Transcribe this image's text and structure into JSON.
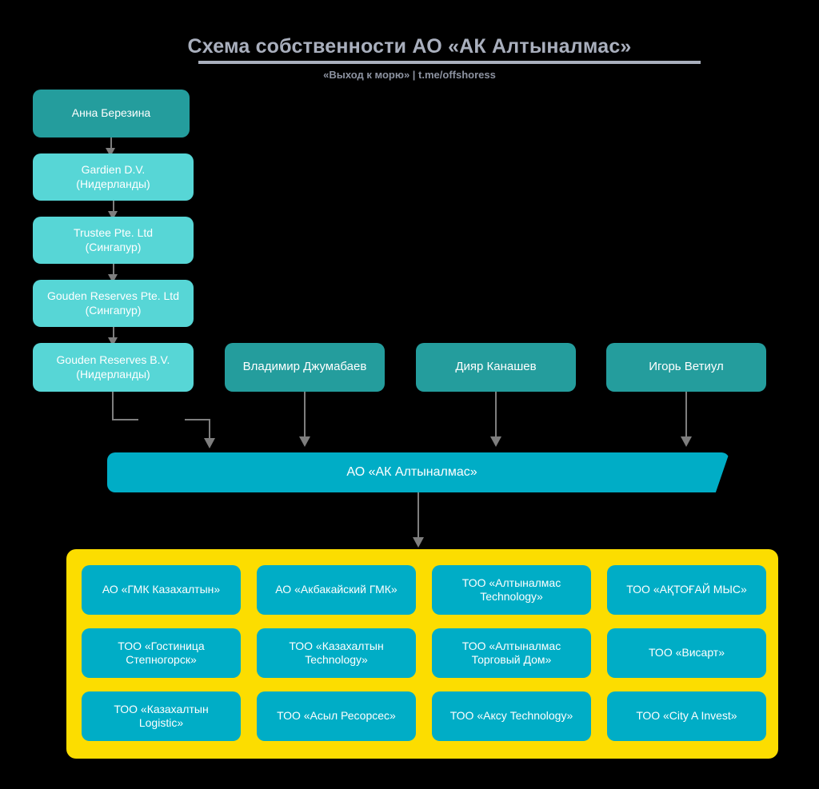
{
  "header": {
    "title": "Схема собственности АО «АК Алтыналмас»",
    "subtitle": "«Выход к морю»  |  t.me/offshoress"
  },
  "colors": {
    "background": "#000000",
    "owner_dark_teal": "#249D9D",
    "owner_light_teal": "#57D6D6",
    "company_cyan": "#00ADC6",
    "panel_yellow": "#FCDD00",
    "connector_grey": "#7E7E7E",
    "title_grey": "#A9AFBD"
  },
  "ownership_chain": [
    {
      "label": "Анна Березина",
      "style": "owner-dark"
    },
    {
      "label": "Gardien D.V.\n(Нидерланды)",
      "style": "owner-light"
    },
    {
      "label": "Trustee Pte. Ltd\n(Сингапур)",
      "style": "owner-light"
    },
    {
      "label": "Gouden Reserves Pte. Ltd\n(Сингапур)",
      "style": "owner-light"
    },
    {
      "label": "Gouden Reserves B.V.\n(Нидерланды)",
      "style": "owner-light"
    }
  ],
  "shareholders": [
    {
      "label": "Владимир Джумабаев"
    },
    {
      "label": "Дияр Канашев"
    },
    {
      "label": "Игорь Ветиул"
    }
  ],
  "central_company": {
    "label": "АО «АК Алтыналмас»"
  },
  "subsidiaries": [
    {
      "label": "АО «ГМК Казахалтын»"
    },
    {
      "label": "АО «Акбакайский ГМК»"
    },
    {
      "label": "ТОО «Алтыналмас\nTechnology»"
    },
    {
      "label": "ТОО «АҚТОҒАЙ МЫС»"
    },
    {
      "label": "ТОО «Гостиница\nСтепногорск»"
    },
    {
      "label": "ТОО «Казахалтын\nTechnology»"
    },
    {
      "label": "ТОО «Алтыналмас\nТорговый Дом»"
    },
    {
      "label": "ТОО «Висарт»"
    },
    {
      "label": "ТОО «Казахалтын\nLogistic»"
    },
    {
      "label": "ТОО «Асыл Ресорсес»"
    },
    {
      "label": "ТОО  «Аксу Technology»"
    },
    {
      "label": "ТОО «City A Invest»"
    }
  ]
}
